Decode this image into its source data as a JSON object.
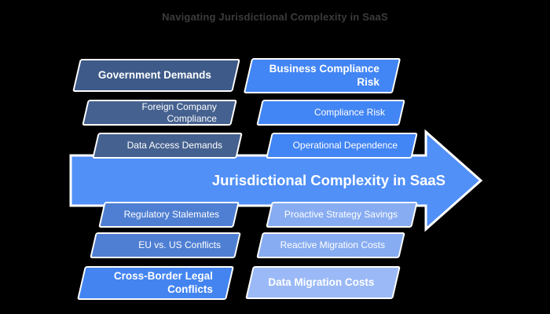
{
  "title": "Navigating Jurisdictional Complexity in SaaS",
  "arrow": {
    "label": "Jurisdictional Complexity in SaaS",
    "fill": "#5190f7",
    "border": "#ffffff"
  },
  "left_column": {
    "top_header": {
      "label": "Government Demands",
      "color": "#3d5a88"
    },
    "top_items": [
      {
        "label": "Foreign Company Compliance",
        "color": "#45618f"
      },
      {
        "label": "Data Access Demands",
        "color": "#45618f"
      }
    ],
    "bottom_items": [
      {
        "label": "Regulatory Stalemates",
        "color": "#4f7fd3"
      },
      {
        "label": "EU vs. US Conflicts",
        "color": "#4f7fd3"
      }
    ],
    "bottom_header": {
      "label": "Cross-Border Legal Conflicts",
      "color": "#4384f0"
    }
  },
  "right_column": {
    "top_header": {
      "label": "Business Compliance Risk",
      "color": "#4285f4"
    },
    "top_items": [
      {
        "label": "Compliance Risk",
        "color": "#4285f4"
      },
      {
        "label": "Operational Dependence",
        "color": "#4285f4"
      }
    ],
    "bottom_items": [
      {
        "label": "Proactive Strategy Savings",
        "color": "#87acf1"
      },
      {
        "label": "Reactive Migration Costs",
        "color": "#87acf1"
      }
    ],
    "bottom_header": {
      "label": "Data Migration Costs",
      "color": "#9bb9f6"
    }
  }
}
